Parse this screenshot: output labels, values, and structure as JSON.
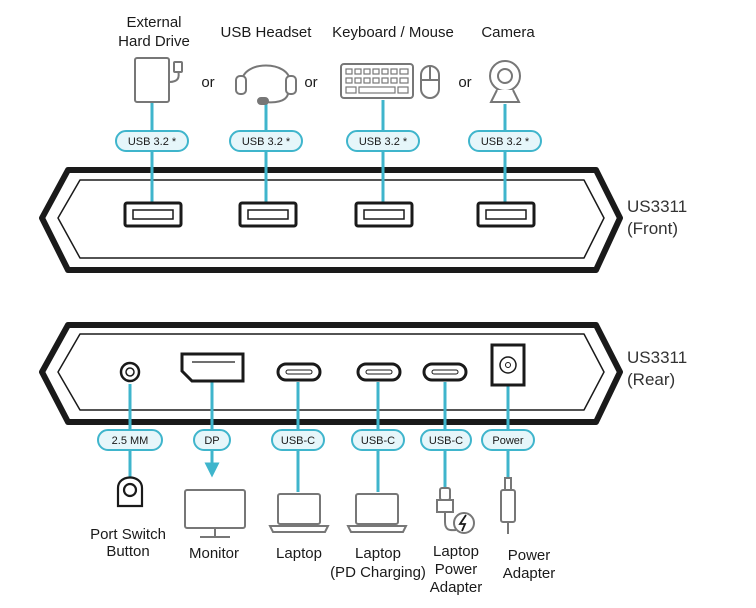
{
  "colors": {
    "accent": "#3fb5cc",
    "outline": "#1a1a1a",
    "pill_fill": "#e6f6fa",
    "device_gray": "#777777"
  },
  "front": {
    "title_line1": "US3311",
    "title_line2": "(Front)",
    "port_tag": "USB 3.2 *",
    "or": "or",
    "devices": [
      {
        "icon": "hard-drive-icon",
        "lines": [
          "External",
          "Hard Drive"
        ]
      },
      {
        "icon": "headset-icon",
        "lines": [
          "USB Headset"
        ]
      },
      {
        "icon": "keyboard-mouse-icon",
        "lines": [
          "Keyboard / Mouse"
        ]
      },
      {
        "icon": "camera-icon",
        "lines": [
          "Camera"
        ]
      }
    ]
  },
  "rear": {
    "title_line1": "US3311",
    "title_line2": "(Rear)",
    "ports": [
      {
        "tag": "2.5 MM",
        "icon": "port-switch-button-icon",
        "lines": [
          "Port Switch",
          "Button"
        ]
      },
      {
        "tag": "DP",
        "icon": "monitor-icon",
        "lines": [
          "Monitor"
        ]
      },
      {
        "tag": "USB-C",
        "icon": "laptop-icon",
        "lines": [
          "Laptop"
        ]
      },
      {
        "tag": "USB-C",
        "icon": "laptop-charging-icon",
        "lines": [
          "Laptop",
          "(PD Charging)"
        ]
      },
      {
        "tag": "USB-C",
        "icon": "power-adapter-icon",
        "lines": [
          "Laptop",
          "Power",
          "Adapter"
        ]
      },
      {
        "tag": "Power",
        "icon": "power-plug-icon",
        "lines": [
          "Power",
          "Adapter"
        ]
      }
    ]
  }
}
